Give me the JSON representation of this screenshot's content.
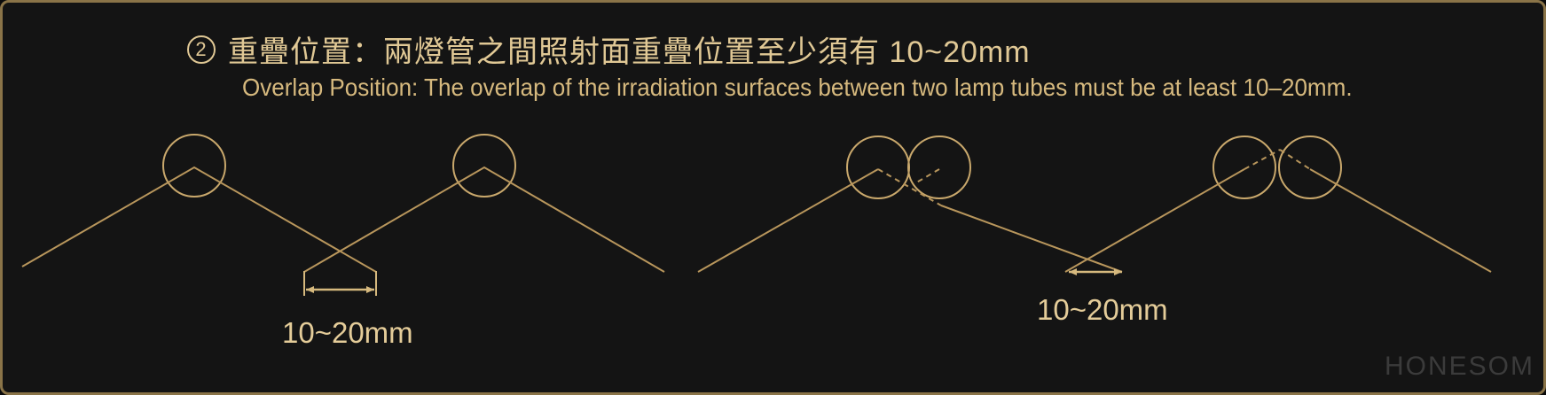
{
  "header": {
    "step_number": "2",
    "title_zh": "重疊位置：兩燈管之間照射面重疊位置至少須有 10~20mm",
    "subtitle_en": "Overlap Position: The overlap of the irradiation surfaces between two lamp tubes must be at least 10–20mm."
  },
  "diagrams": {
    "left": {
      "measure_label": "10~20mm"
    },
    "right": {
      "measure_label": "10~20mm"
    }
  },
  "watermark": "HONESOM",
  "colors": {
    "background": "#141414",
    "gold": "#d6b97e",
    "line": "#b8965c",
    "border": "#8a7448"
  }
}
